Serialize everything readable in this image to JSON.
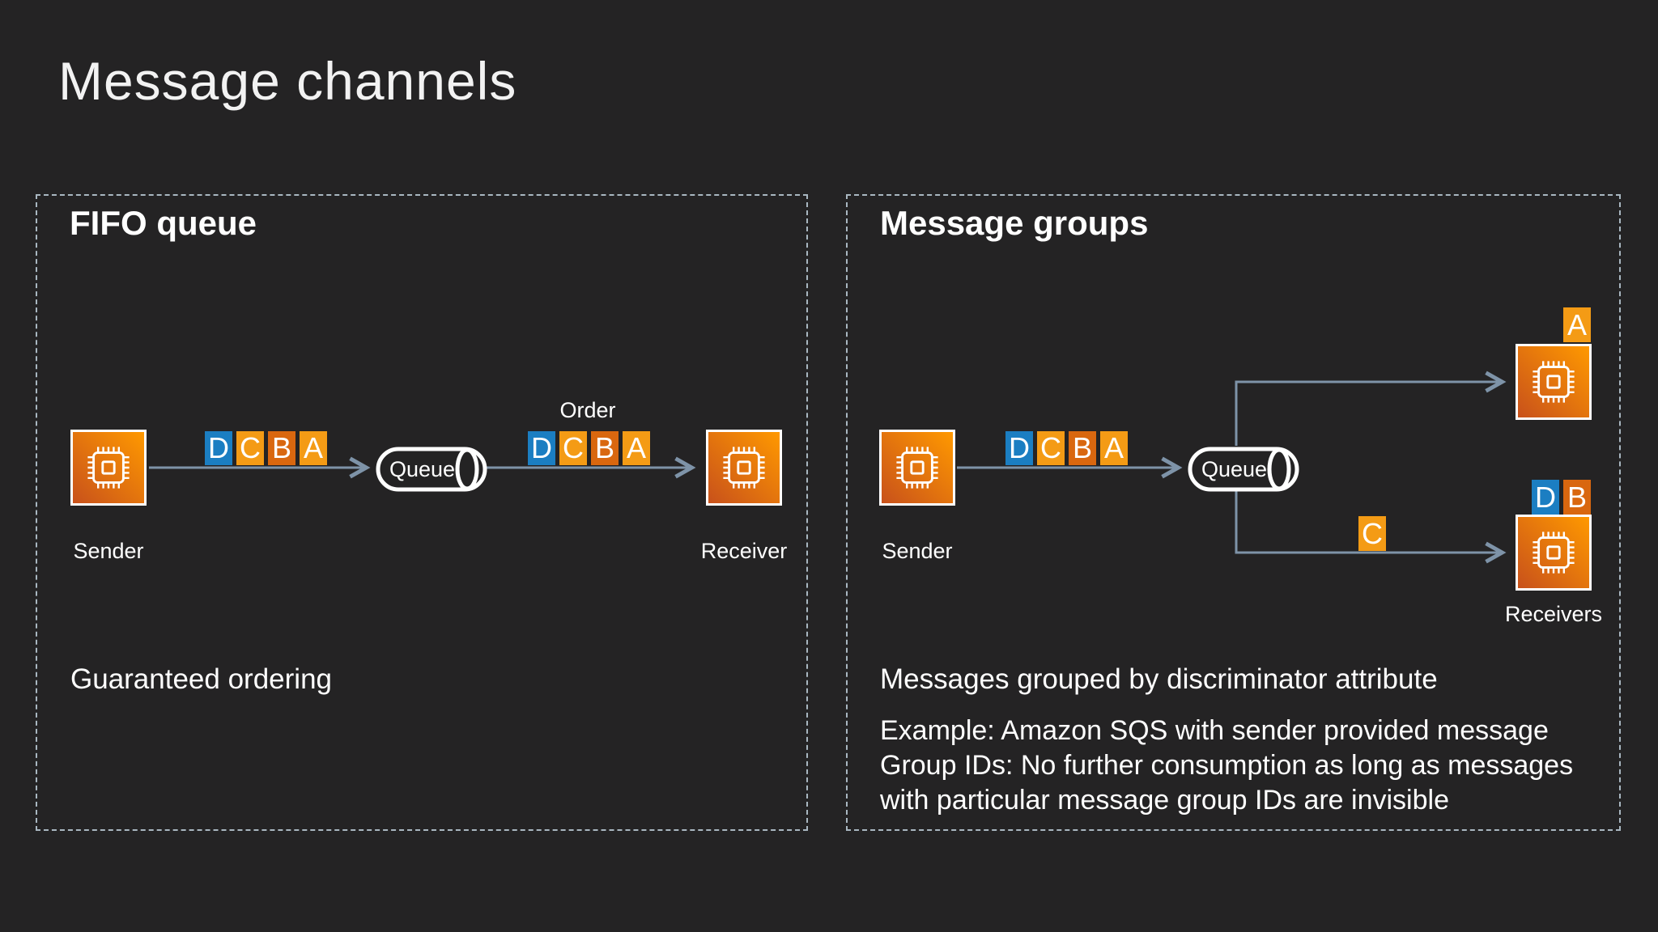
{
  "title": "Message channels",
  "colors": {
    "background": "#242324",
    "panel_border": "#a9b7c1",
    "arrow": "#7e93a8",
    "text": "#ffffff",
    "title_text": "#f2f2f2",
    "msg_blue": "#1b7ec2",
    "msg_orange": "#f49b15",
    "msg_dark_orange": "#d9670f",
    "icon_grad_1": "#c8511b",
    "icon_grad_2": "#ff9900"
  },
  "icons": {
    "sender": "processor-chip-icon",
    "receiver": "processor-chip-icon",
    "queue": "queue-cylinder-icon"
  },
  "left_panel": {
    "title": "FIFO queue",
    "sender_label": "Sender",
    "receiver_label": "Receiver",
    "queue_label": "Queue",
    "order_label": "Order",
    "caption": "Guaranteed ordering",
    "messages_in": [
      {
        "letter": "D",
        "color": "blue"
      },
      {
        "letter": "C",
        "color": "orange"
      },
      {
        "letter": "B",
        "color": "dark_orange"
      },
      {
        "letter": "A",
        "color": "orange"
      }
    ],
    "messages_out": [
      {
        "letter": "D",
        "color": "blue"
      },
      {
        "letter": "C",
        "color": "orange"
      },
      {
        "letter": "B",
        "color": "dark_orange"
      },
      {
        "letter": "A",
        "color": "orange"
      }
    ]
  },
  "right_panel": {
    "title": "Message groups",
    "sender_label": "Sender",
    "receivers_label": "Receivers",
    "queue_label": "Queue",
    "caption": "Messages grouped by discriminator attribute",
    "example_lines": [
      "Example: Amazon SQS with sender provided message",
      "Group IDs: No further consumption as long as messages",
      "with particular message group IDs are invisible"
    ],
    "messages_in": [
      {
        "letter": "D",
        "color": "blue"
      },
      {
        "letter": "C",
        "color": "orange"
      },
      {
        "letter": "B",
        "color": "dark_orange"
      },
      {
        "letter": "A",
        "color": "orange"
      }
    ],
    "receiver_a_badge": {
      "letter": "A",
      "color": "orange"
    },
    "receiver_b_badges": [
      {
        "letter": "D",
        "color": "blue"
      },
      {
        "letter": "B",
        "color": "dark_orange"
      }
    ],
    "in_transit_message": {
      "letter": "C",
      "color": "orange"
    }
  }
}
